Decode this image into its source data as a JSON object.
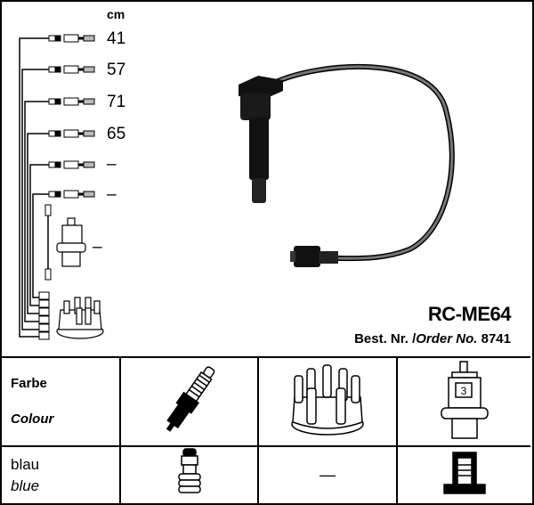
{
  "diagram": {
    "unit_label": "cm",
    "lengths": [
      "41",
      "57",
      "71",
      "65",
      "–",
      "–"
    ],
    "coil_length": "–",
    "model": "RC-ME64",
    "order_label_de": "Best. Nr.",
    "order_label_en": "Order No.",
    "order_sep": "/",
    "order_number": "8741"
  },
  "table": {
    "header_de": "Farbe",
    "header_en": "Colour",
    "color_de": "blau",
    "color_en": "blue",
    "columns": [
      "spark-plug",
      "distributor-cap",
      "ignition-coil"
    ],
    "distributor_value": "—"
  }
}
